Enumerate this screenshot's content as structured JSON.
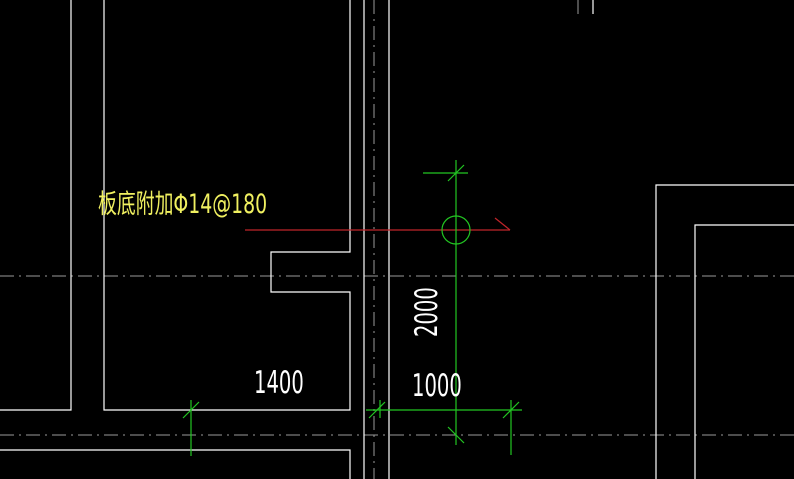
{
  "drawing": {
    "background": "#000000",
    "colors": {
      "wall": "#ffffff",
      "axis": "#9a9a9a",
      "annotation": "#f0f060",
      "rebar_line": "#c0252a",
      "dimension": "#22c622",
      "dimension_text": "#ffffff"
    },
    "annotation_text": "板底附加Φ14@180",
    "dimensions": {
      "horizontal_left": "1400",
      "horizontal_right": "1000",
      "vertical": "2000"
    }
  }
}
